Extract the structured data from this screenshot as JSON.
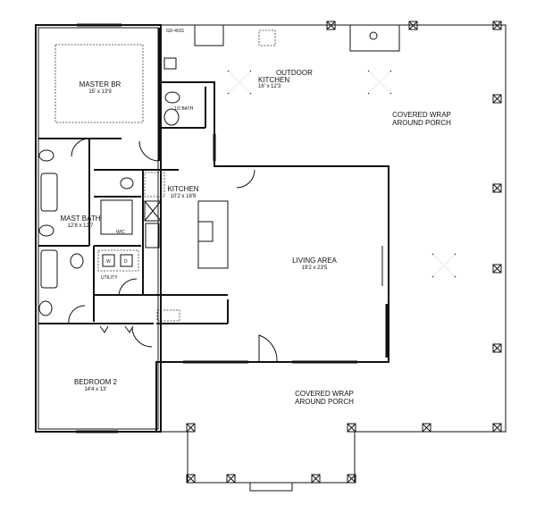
{
  "plan_code": "GD-4631",
  "rooms": [
    {
      "name": "MASTER BR",
      "dims": "15' x 13'9"
    },
    {
      "name": "OUTDOOR",
      "name2": "KITCHEN",
      "dims": "16' x 12'3"
    },
    {
      "name": "1/2 BATH"
    },
    {
      "name": "KITCHEN",
      "dims": "10'2 x 18'8"
    },
    {
      "name": "MAST BATH",
      "dims": "12'8 x 12'7"
    },
    {
      "name": "WIC"
    },
    {
      "name": "UTILITY"
    },
    {
      "name": "LIVING AREA",
      "dims": "19'2 x 23'5"
    },
    {
      "name": "BEDROOM 2",
      "dims": "14'4 x 13'"
    },
    {
      "name": "COVERED WRAP",
      "name2": "AROUND PORCH"
    },
    {
      "name": "COVERED WRAP",
      "name2": "AROUND PORCH"
    }
  ],
  "appliances": {
    "washer": "W",
    "dryer": "D"
  }
}
